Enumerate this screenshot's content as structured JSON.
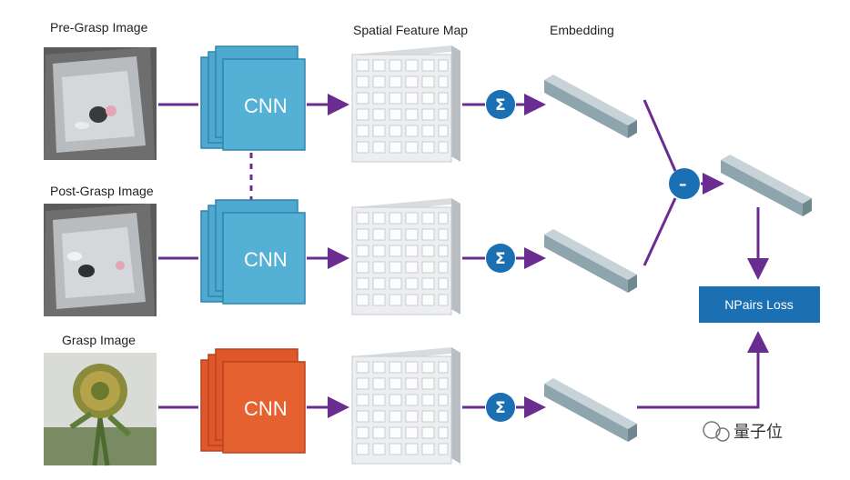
{
  "labels": {
    "pre_grasp": "Pre-Grasp Image",
    "post_grasp": "Post-Grasp Image",
    "grasp": "Grasp Image",
    "spatial_feature_map": "Spatial Feature Map",
    "embedding": "Embedding"
  },
  "cnn_label": "CNN",
  "sum_symbol": "Σ",
  "minus_symbol": "–",
  "loss_label": "NPairs Loss",
  "watermark": "量子位",
  "colors": {
    "arrow": "#6a2c91",
    "cnn_shared": "#4fa9cf",
    "cnn_grasp": "#e0572a",
    "operator": "#1b6fb3",
    "loss_box": "#1b6fb3"
  }
}
